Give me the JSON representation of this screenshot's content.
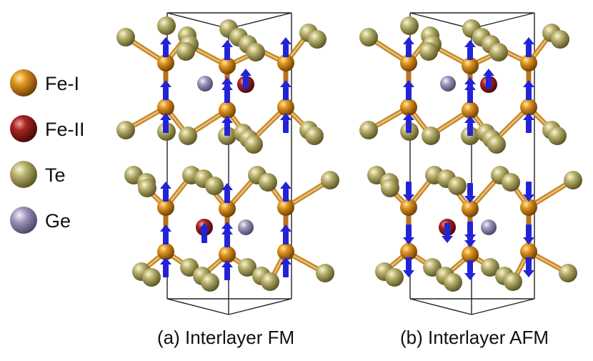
{
  "legend": [
    {
      "label": "Fe-I",
      "color": "#c77a12"
    },
    {
      "label": "Fe-II",
      "color": "#9a1e1e"
    },
    {
      "label": "Te",
      "color": "#a39a57"
    },
    {
      "label": "Ge",
      "color": "#8a7fa8"
    }
  ],
  "panels": [
    {
      "caption": "(a) Interlayer FM",
      "lower_layer_spin": "up"
    },
    {
      "caption": "(b) Interlayer AFM",
      "lower_layer_spin": "down"
    }
  ],
  "colors": {
    "fe_i": "#c77a12",
    "fe_ii": "#9a1e1e",
    "te": "#a39a57",
    "ge": "#8a7fa8",
    "spin_arrow": "#2323d6",
    "cell_edge": "#222222"
  }
}
